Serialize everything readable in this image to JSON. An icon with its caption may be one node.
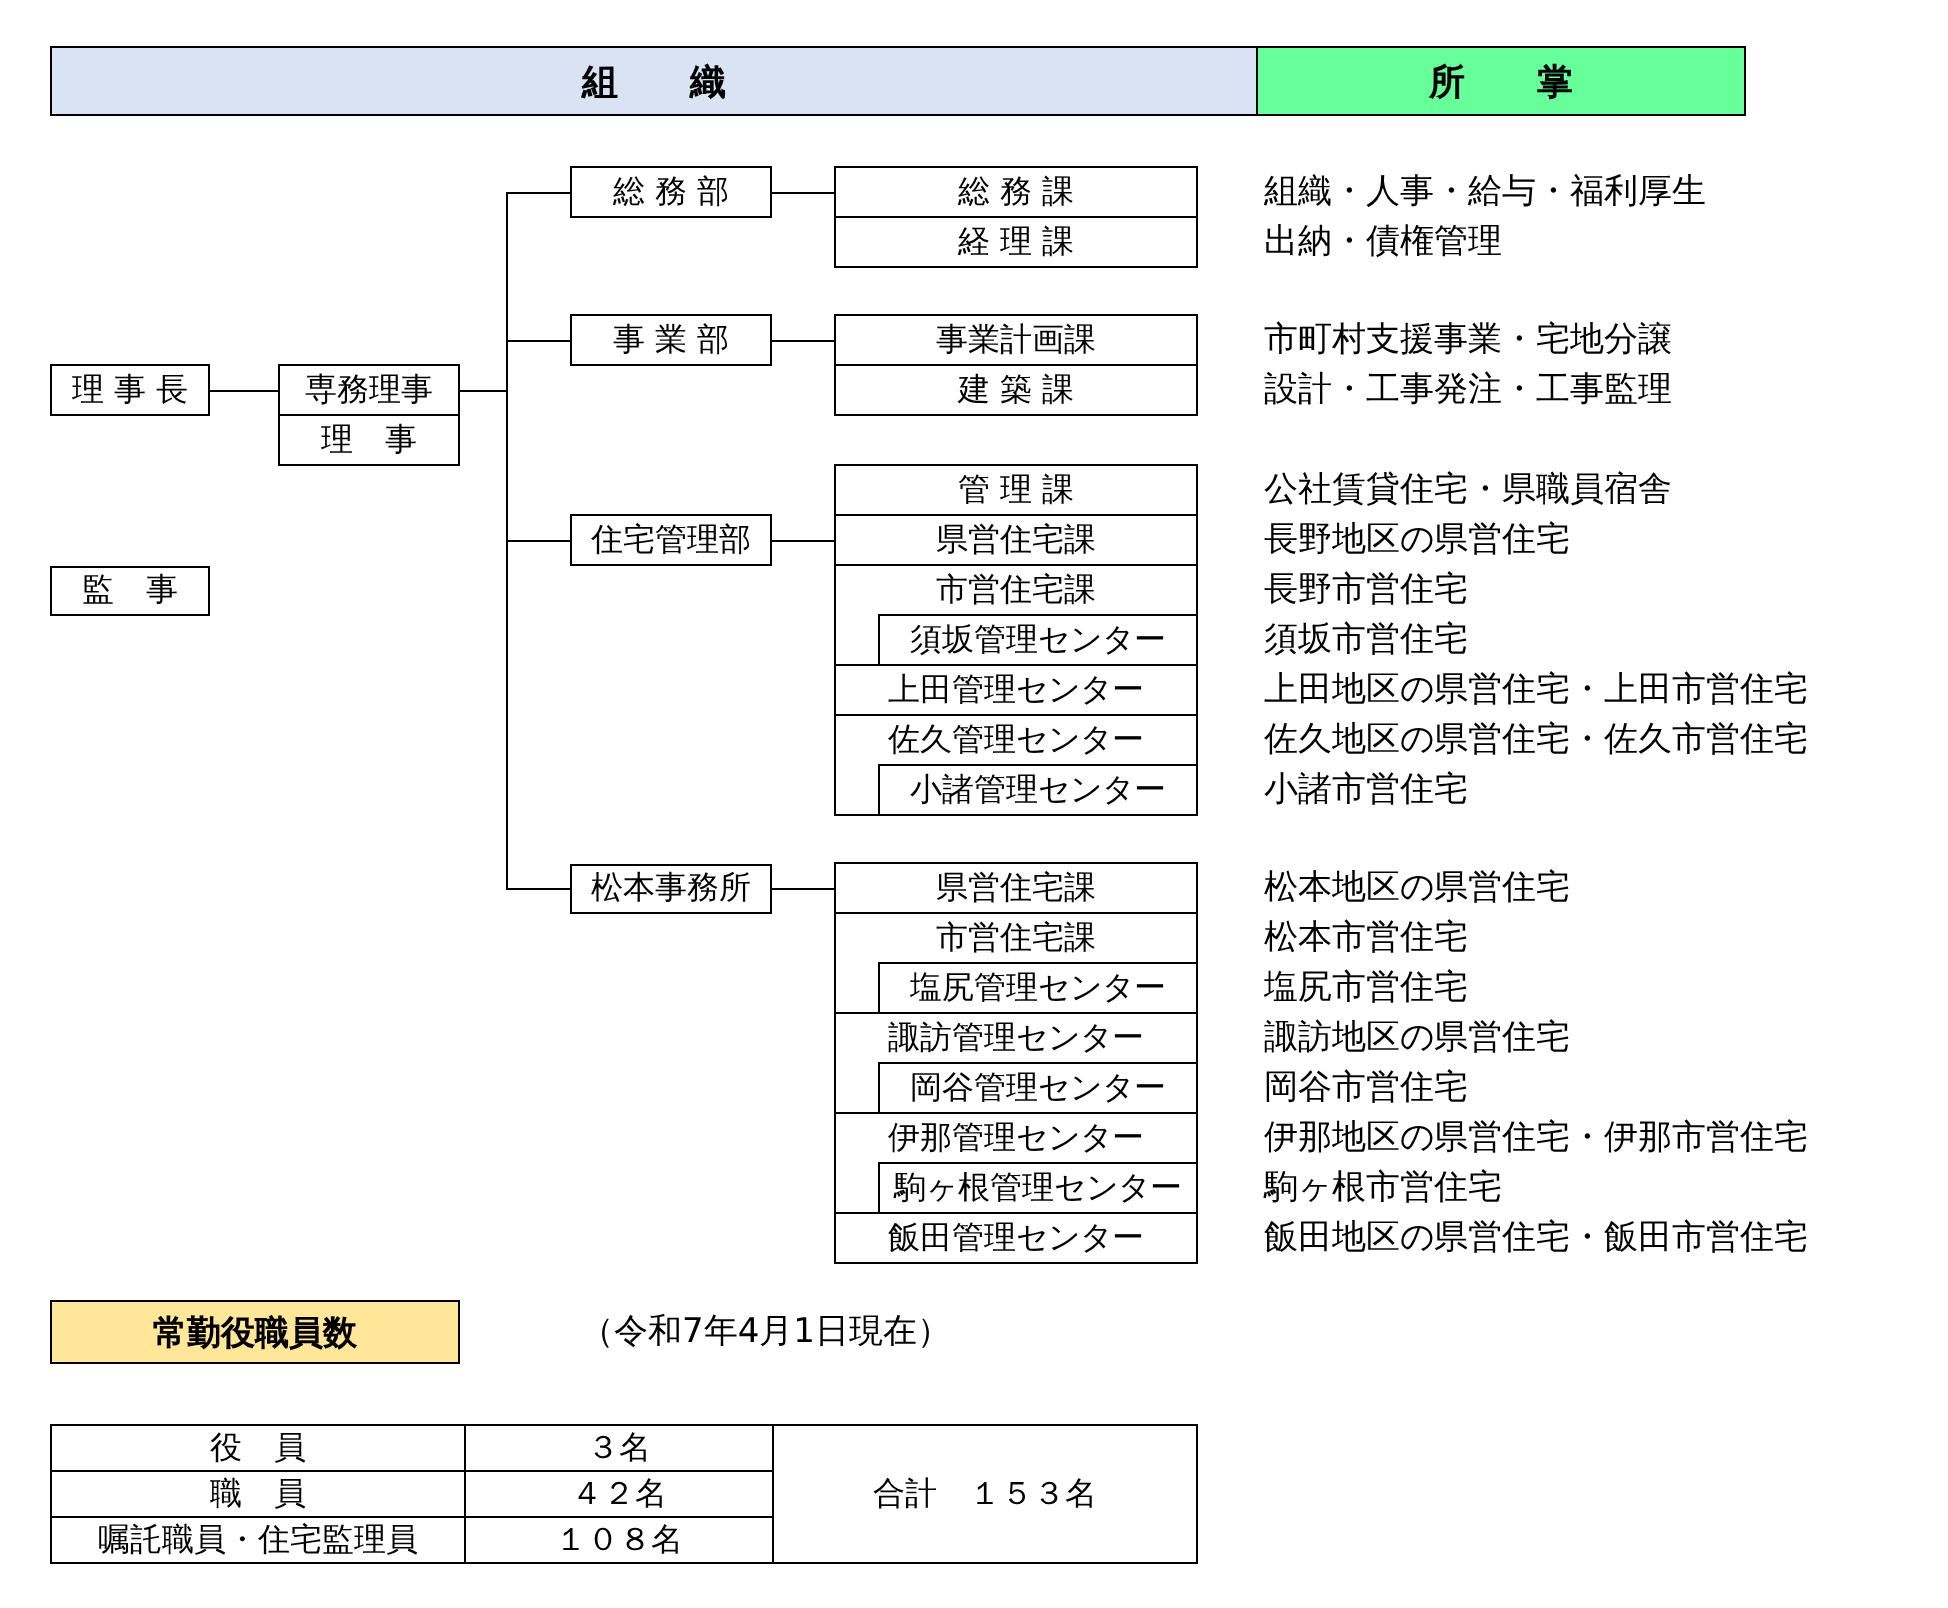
{
  "diagram": {
    "nodes": [
      {
        "text": [
          "組　　織"
        ]
      },
      {
        "text": [
          "所　　掌"
        ]
      },
      {
        "text": [
          "理 事 長"
        ]
      },
      {
        "text": [
          "専務理事"
        ]
      },
      {
        "text": [
          "理　事"
        ]
      },
      {
        "text": [
          "監　事"
        ]
      },
      {
        "text": [
          "総 務 部"
        ]
      },
      {
        "text": [
          "総 務 課"
        ],
        "beside": [
          "組織・人事・給与・福利厚生"
        ]
      },
      {
        "text": [
          "経 理 課"
        ],
        "beside": [
          "出納・債権管理"
        ]
      },
      {
        "text": [
          "事 業 部"
        ]
      },
      {
        "text": [
          "事業計画課"
        ],
        "beside": [
          "市町村支援事業・宅地分譲"
        ]
      },
      {
        "text": [
          "建 築 課"
        ],
        "beside": [
          "設計・工事発注・工事監理"
        ]
      },
      {
        "text": [
          "住宅管理部"
        ]
      },
      {
        "text": [
          "管 理 課"
        ],
        "beside": [
          "公社賃貸住宅・県職員宿舎"
        ]
      },
      {
        "text": [
          "県営住宅課"
        ],
        "beside": [
          "長野地区の県営住宅"
        ]
      },
      {
        "text": [
          "市営住宅課"
        ],
        "beside": [
          "長野市営住宅"
        ]
      },
      {
        "text": [
          "須坂管理センター"
        ],
        "in": 15,
        "beside": [
          "須坂市営住宅"
        ]
      },
      {
        "text": [
          "上田管理センター"
        ],
        "beside": [
          "上田地区の県営住宅・上田市営住宅"
        ]
      },
      {
        "text": [
          "佐久管理センター"
        ],
        "beside": [
          "佐久地区の県営住宅・佐久市営住宅"
        ]
      },
      {
        "text": [
          "小諸管理センター"
        ],
        "in": 18,
        "beside": [
          "小諸市営住宅"
        ]
      },
      {
        "text": [
          "松本事務所"
        ]
      },
      {
        "text": [
          "県営住宅課"
        ],
        "beside": [
          "松本地区の県営住宅"
        ]
      },
      {
        "text": [
          "市営住宅課"
        ],
        "beside": [
          "松本市営住宅"
        ]
      },
      {
        "text": [
          "塩尻管理センター"
        ],
        "in": 22,
        "beside": [
          "塩尻市営住宅"
        ]
      },
      {
        "text": [
          "諏訪管理センター"
        ],
        "beside": [
          "諏訪地区の県営住宅"
        ]
      },
      {
        "text": [
          "岡谷管理センター"
        ],
        "in": 24,
        "beside": [
          "岡谷市営住宅"
        ]
      },
      {
        "text": [
          "伊那管理センター"
        ],
        "beside": [
          "伊那地区の県営住宅・伊那市営住宅"
        ]
      },
      {
        "text": [
          "駒ヶ根管理センター"
        ],
        "in": 26,
        "beside": [
          "駒ヶ根市営住宅"
        ]
      },
      {
        "text": [
          "飯田管理センター"
        ],
        "beside": [
          "飯田地区の県営住宅・飯田市営住宅"
        ]
      },
      {
        "text": [
          "常勤役職員数"
        ]
      }
    ],
    "edges": [
      {
        "from": 2,
        "to": 3,
        "arrow": "none"
      },
      {
        "from": 3,
        "to": 6,
        "arrow": "none"
      },
      {
        "from": 3,
        "to": 9,
        "arrow": "none"
      },
      {
        "from": 3,
        "to": 12,
        "arrow": "none"
      },
      {
        "from": 3,
        "to": 20,
        "arrow": "none"
      },
      {
        "from": 6,
        "to": 7,
        "arrow": "none"
      },
      {
        "from": 9,
        "to": 10,
        "arrow": "none"
      },
      {
        "from": 12,
        "to": 14,
        "arrow": "none"
      },
      {
        "from": 20,
        "to": 21,
        "arrow": "none"
      }
    ],
    "labels": [
      "（令和7年4月1日現在）",
      "役　員",
      "３名",
      "職　員",
      "４２名",
      "合計　１５３名",
      "嘱託職員・住宅監理員",
      "１０８名"
    ]
  }
}
